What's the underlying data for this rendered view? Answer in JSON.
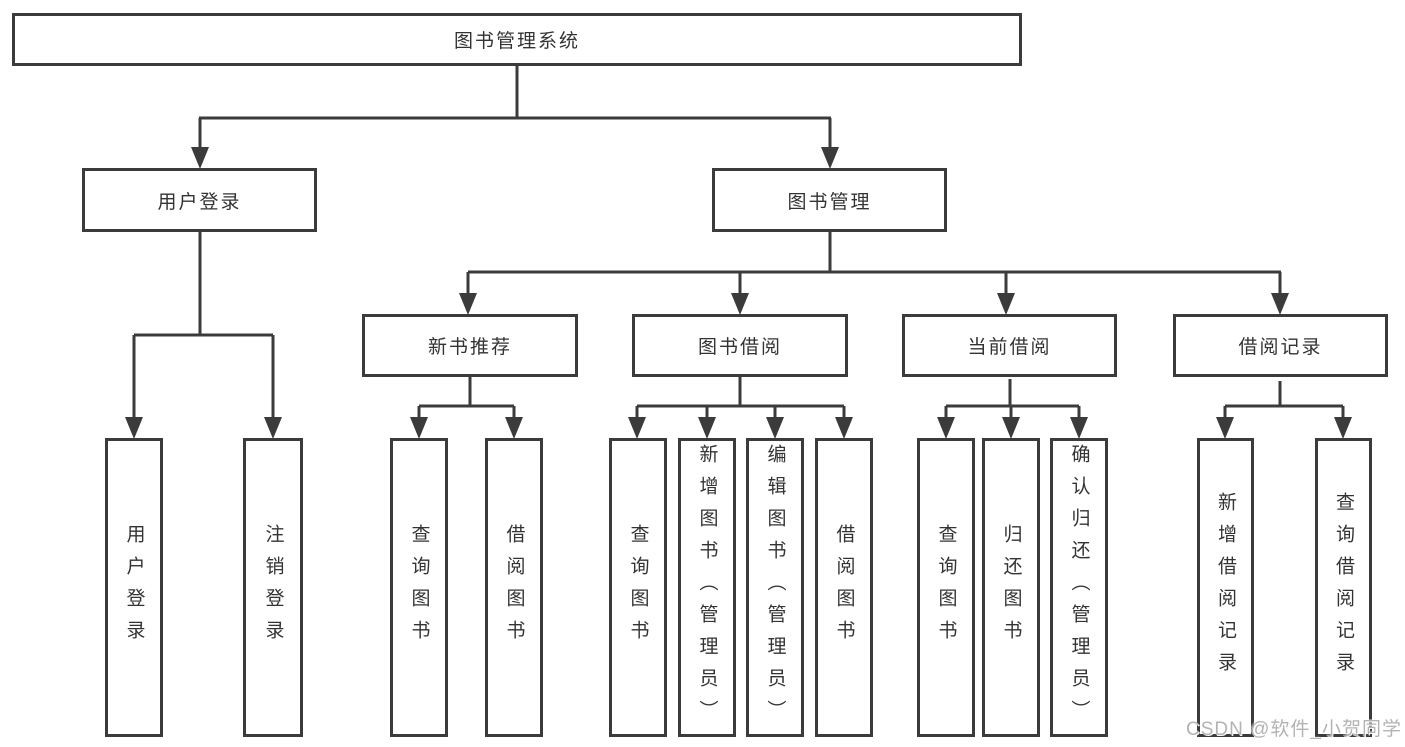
{
  "diagram_title": "图书管理系统",
  "tree": {
    "label": "图书管理系统",
    "children": [
      {
        "label": "用户登录",
        "children": [
          {
            "label": "用户登录"
          },
          {
            "label": "注销登录"
          }
        ]
      },
      {
        "label": "图书管理",
        "children": [
          {
            "label": "新书推荐",
            "children": [
              {
                "label": "查询图书"
              },
              {
                "label": "借阅图书"
              }
            ]
          },
          {
            "label": "图书借阅",
            "children": [
              {
                "label": "查询图书"
              },
              {
                "label": "新增图书（管理员）"
              },
              {
                "label": "编辑图书（管理员）"
              },
              {
                "label": "借阅图书"
              }
            ]
          },
          {
            "label": "当前借阅",
            "children": [
              {
                "label": "查询图书"
              },
              {
                "label": "归还图书"
              },
              {
                "label": "确认归还（管理员）"
              }
            ]
          },
          {
            "label": "借阅记录",
            "children": [
              {
                "label": "新增借阅记录"
              },
              {
                "label": "查询借阅记录"
              }
            ]
          }
        ]
      }
    ]
  },
  "watermark": {
    "text": "CSDN @软件_小贺同学"
  },
  "colors": {
    "line": "#3b3b3b",
    "box_border": "#3b3b3b",
    "text": "#333333",
    "watermark": "#b3b3b3",
    "background": "#ffffff"
  }
}
